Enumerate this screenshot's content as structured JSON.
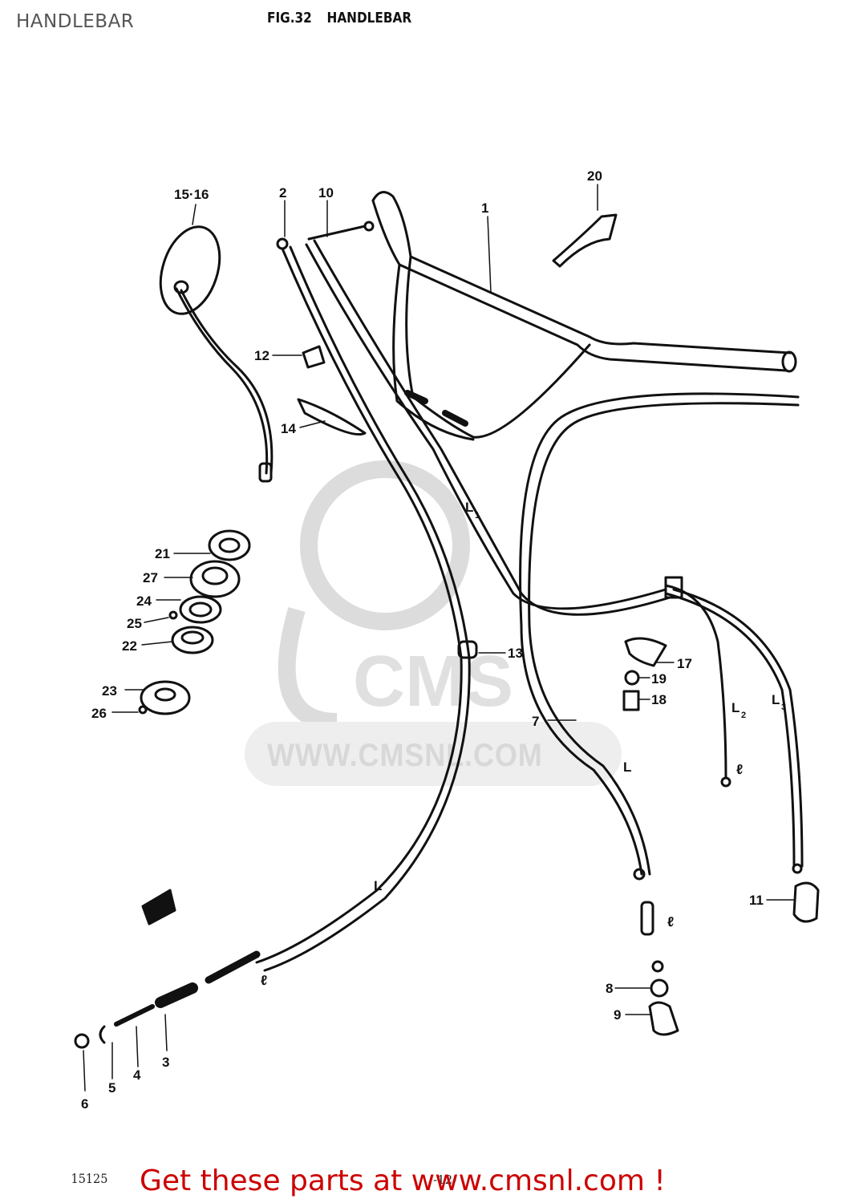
{
  "header": {
    "section_title": "HANDLEBAR",
    "figure_number": "FIG.32",
    "figure_name": "HANDLEBAR"
  },
  "callouts": [
    {
      "id": "c1",
      "text": "1"
    },
    {
      "id": "c2",
      "text": "2"
    },
    {
      "id": "c3",
      "text": "3"
    },
    {
      "id": "c4",
      "text": "4"
    },
    {
      "id": "c5",
      "text": "5"
    },
    {
      "id": "c6",
      "text": "6"
    },
    {
      "id": "c7",
      "text": "7"
    },
    {
      "id": "c8",
      "text": "8"
    },
    {
      "id": "c9",
      "text": "9"
    },
    {
      "id": "c10",
      "text": "10"
    },
    {
      "id": "c11",
      "text": "11"
    },
    {
      "id": "c12",
      "text": "12"
    },
    {
      "id": "c13",
      "text": "13"
    },
    {
      "id": "c14",
      "text": "14"
    },
    {
      "id": "c15_16",
      "text": "15·16"
    },
    {
      "id": "c17",
      "text": "17"
    },
    {
      "id": "c18",
      "text": "18"
    },
    {
      "id": "c19",
      "text": "19"
    },
    {
      "id": "c20",
      "text": "20"
    },
    {
      "id": "c21",
      "text": "21"
    },
    {
      "id": "c22",
      "text": "22"
    },
    {
      "id": "c23",
      "text": "23"
    },
    {
      "id": "c24",
      "text": "24"
    },
    {
      "id": "c25",
      "text": "25"
    },
    {
      "id": "c26",
      "text": "26"
    },
    {
      "id": "c27",
      "text": "27"
    }
  ],
  "dimension_labels": {
    "l1": "L",
    "l1_sub": "1",
    "l2": "L",
    "l2_sub": "2",
    "l3": "L",
    "l3_sub": "3",
    "cable_main": "L",
    "cable_left": "L",
    "tip_left": "ℓ",
    "tip_right": "ℓ",
    "tip_l2": "ℓ"
  },
  "watermark": {
    "brand": "CMS",
    "url": "WWW.CMSNL.COM"
  },
  "footer": {
    "model_code": "15125",
    "page_mark": "-12-",
    "cta_text": "Get these parts at www.cmsnl.com !"
  }
}
